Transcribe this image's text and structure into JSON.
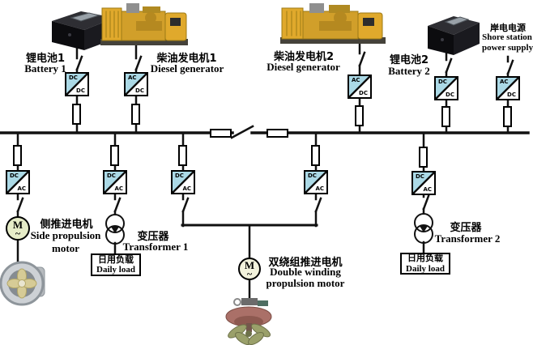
{
  "diagram": {
    "title_hint": "Ship DC-bus power system one-line diagram",
    "colors": {
      "converter_fill": "#abd9e6",
      "line": "#111111",
      "background": "#ffffff"
    },
    "sources": {
      "battery1": {
        "label_zh": "锂电池1",
        "label_en": "Battery 1"
      },
      "diesel1": {
        "label_zh": "柴油发电机1",
        "label_en": "Diesel generator"
      },
      "diesel2": {
        "label_zh": "柴油发电机2",
        "label_en": "Diesel generator"
      },
      "battery2": {
        "label_zh": "锂电池2",
        "label_en": "Battery 2"
      },
      "shore": {
        "label_zh": "岸电电源",
        "label_en_line1": "Shore station",
        "label_en_line2": "power supply"
      }
    },
    "converters": {
      "battery1": {
        "top": "DC",
        "bottom": "DC"
      },
      "diesel1": {
        "top": "AC",
        "bottom": "DC"
      },
      "diesel2": {
        "top": "AC",
        "bottom": "DC"
      },
      "battery2": {
        "top": "DC",
        "bottom": "DC"
      },
      "shore": {
        "top": "AC",
        "bottom": "DC"
      },
      "side_propulsion": {
        "top": "DC",
        "bottom": "AC"
      },
      "transformer1": {
        "top": "DC",
        "bottom": "AC"
      },
      "double_winding_left": {
        "top": "DC",
        "bottom": "AC"
      },
      "double_winding_right": {
        "top": "DC",
        "bottom": "AC"
      },
      "transformer2": {
        "top": "DC",
        "bottom": "AC"
      }
    },
    "loads": {
      "side_propulsion": {
        "label_zh": "侧推进电机",
        "label_en_line1": "Side propulsion",
        "label_en_line2": "motor",
        "motor_letter": "M",
        "motor_wave": "~"
      },
      "transformer1": {
        "label_zh": "变压器",
        "label_en": "Transformer 1",
        "load_box_zh": "日用负载",
        "load_box_en": "Daily load"
      },
      "double_winding": {
        "label_zh": "双绕组推进电机",
        "label_en_line1": "Double winding",
        "label_en_line2": "propulsion motor",
        "motor_letter": "M",
        "motor_wave": "~"
      },
      "transformer2": {
        "label_zh": "变压器",
        "label_en": "Transformer 2",
        "load_box_zh": "日用负载",
        "load_box_en": "Daily load"
      }
    }
  }
}
